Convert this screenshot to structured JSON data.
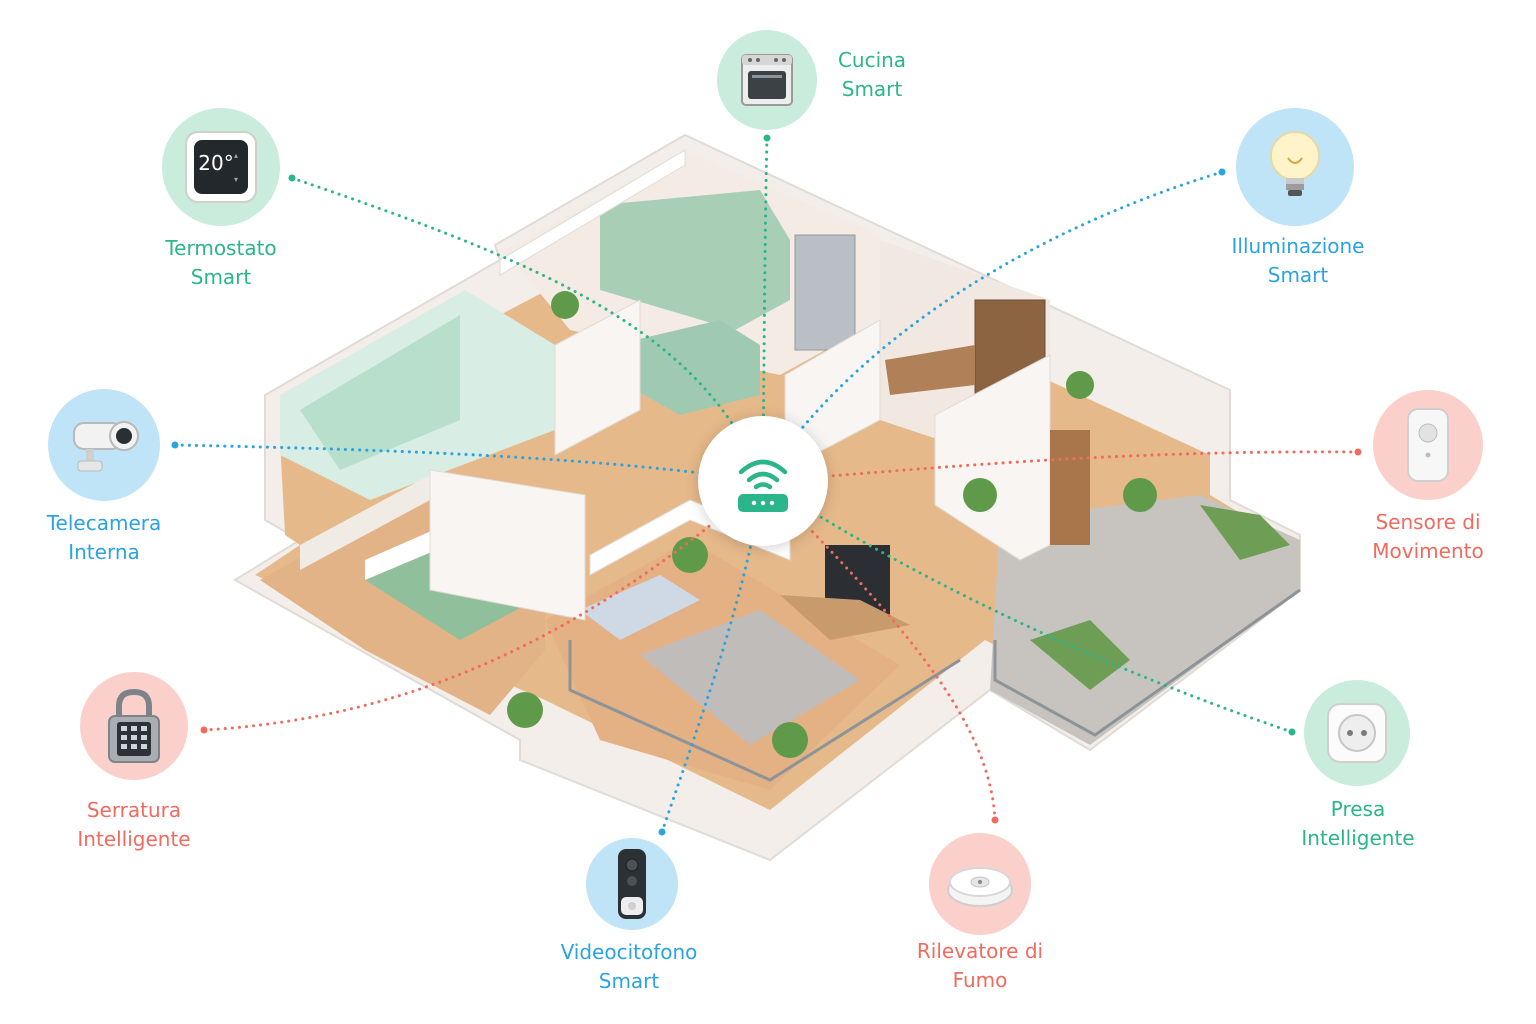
{
  "colors": {
    "green": "#2bb58a",
    "blue": "#2aa3e0",
    "red": "#f06b5e",
    "green_bg": "#c9ecdc",
    "blue_bg": "#bfe4f7",
    "red_bg": "#fbd0ca"
  },
  "hub": {
    "icon": "wifi-router-icon"
  },
  "devices": [
    {
      "key": "cucina",
      "icon": "oven-icon",
      "color": "green",
      "line1": "Cucina",
      "line2": "Smart"
    },
    {
      "key": "termostato",
      "icon": "thermostat-icon",
      "color": "green",
      "display": "20°",
      "line1": "Termostato",
      "line2": "Smart"
    },
    {
      "key": "illuminazione",
      "icon": "light-bulb-icon",
      "color": "blue",
      "line1": "Illuminazione",
      "line2": "Smart"
    },
    {
      "key": "telecamera",
      "icon": "security-camera-icon",
      "color": "blue",
      "line1": "Telecamera",
      "line2": "Interna"
    },
    {
      "key": "sensore",
      "icon": "motion-sensor-icon",
      "color": "red",
      "line1": "Sensore di",
      "line2": "Movimento"
    },
    {
      "key": "serratura",
      "icon": "smart-lock-icon",
      "color": "red",
      "line1": "Serratura",
      "line2": "Intelligente"
    },
    {
      "key": "presa",
      "icon": "smart-plug-icon",
      "color": "green",
      "line1": "Presa",
      "line2": "Intelligente"
    },
    {
      "key": "videocitofono",
      "icon": "video-doorbell-icon",
      "color": "blue",
      "line1": "Videocitofono",
      "line2": "Smart"
    },
    {
      "key": "rilevatore",
      "icon": "smoke-detector-icon",
      "color": "red",
      "line1": "Rilevatore di",
      "line2": "Fumo"
    }
  ]
}
